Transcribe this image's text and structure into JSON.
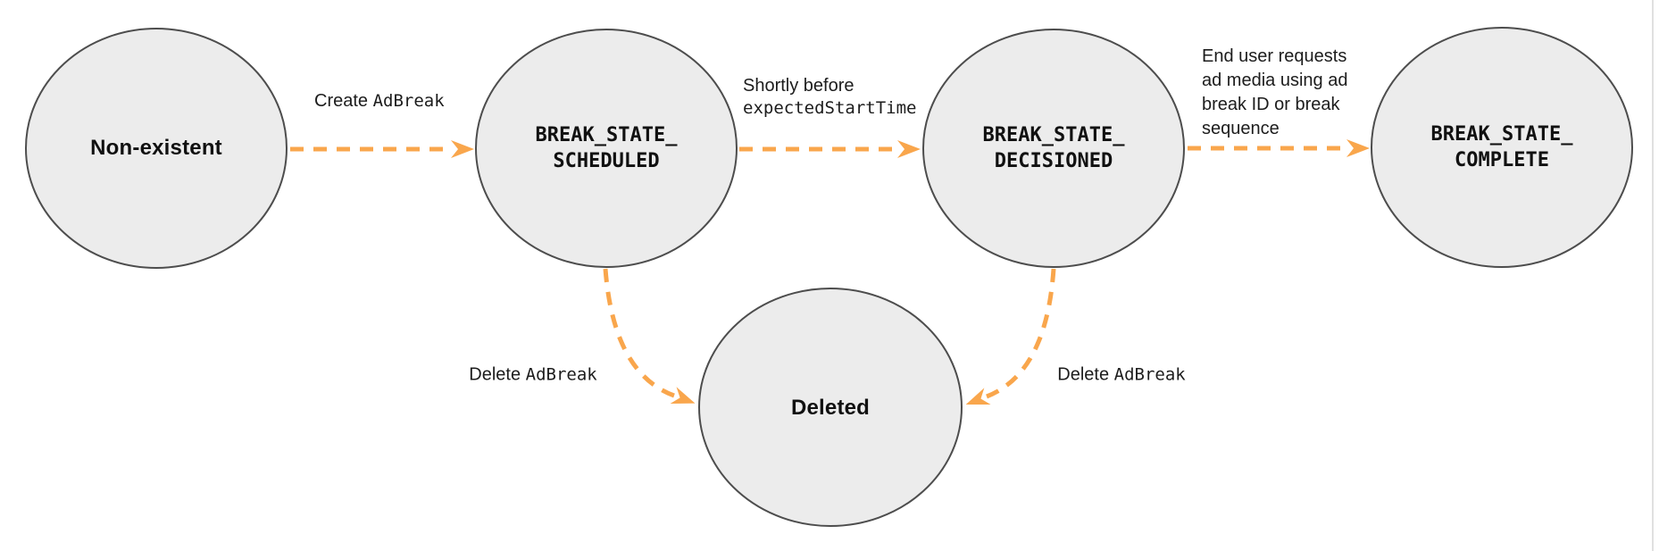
{
  "colors": {
    "arrow": "#F9A64C",
    "node_fill": "#ECECEC",
    "node_stroke": "#4D4D4D",
    "text": "#1C1C1C",
    "guide": "#E0E0E0"
  },
  "states": {
    "nonexistent": {
      "label": "Non-existent"
    },
    "scheduled": {
      "line1": "BREAK_STATE_",
      "line2": "SCHEDULED"
    },
    "decisioned": {
      "line1": "BREAK_STATE_",
      "line2": "DECISIONED"
    },
    "complete": {
      "line1": "BREAK_STATE_",
      "line2": "COMPLETE"
    },
    "deleted": {
      "label": "Deleted"
    }
  },
  "transitions": {
    "create": {
      "prefix": "Create ",
      "code": "AdBreak"
    },
    "decision": {
      "line1": "Shortly before",
      "code": "expectedStartTime"
    },
    "complete": {
      "lines": [
        "End user requests",
        "ad media using ad",
        "break ID or break",
        "sequence"
      ]
    },
    "delete_from_scheduled": {
      "prefix": "Delete ",
      "code": "AdBreak"
    },
    "delete_from_decisioned": {
      "prefix": "Delete ",
      "code": "AdBreak"
    }
  }
}
